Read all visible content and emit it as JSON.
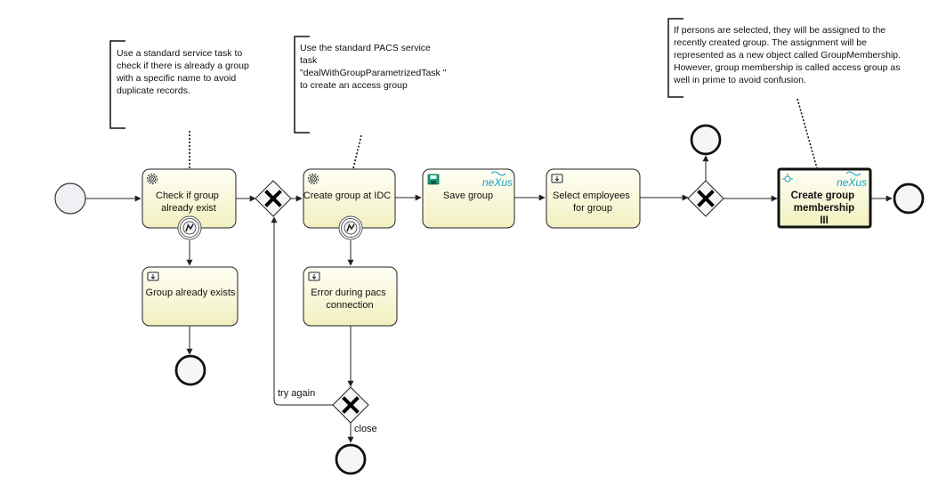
{
  "annotations": [
    {
      "id": "ann1",
      "text": "Use a standard service task  to check if there is already a group with a specific name to avoid duplicate records."
    },
    {
      "id": "ann2",
      "text": "Use the standard PACS service task \"dealWithGroupParametrizedTask \" to create an access group"
    },
    {
      "id": "ann3",
      "text": "If persons are selected, they will be assigned to the recently created group. The assignment will be represented as a new object called GroupMembership. However, group membership is called access group as well in prime to avoid confusion."
    }
  ],
  "tasks": {
    "check_group": {
      "lines": [
        "Check if group",
        "already exist"
      ]
    },
    "group_exists": {
      "lines": [
        "Group already exists"
      ]
    },
    "create_group": {
      "lines": [
        "Create group at IDC"
      ]
    },
    "error_pacs": {
      "lines": [
        "Error during pacs",
        "connection"
      ]
    },
    "save_group": {
      "lines": [
        "Save group"
      ],
      "logo": "neXus"
    },
    "select_employees": {
      "lines": [
        "Select employees",
        "for group"
      ]
    },
    "create_membership": {
      "lines": [
        "Create group",
        "membership"
      ],
      "logo": "neXus",
      "marker": "III"
    }
  },
  "flow_labels": {
    "try_again": "try again",
    "close": "close"
  },
  "colors": {
    "task_fill_top": "#fffff4",
    "task_fill_bottom": "#f3f1c0",
    "stroke": "#222222",
    "logo": "#1aa0c8"
  }
}
